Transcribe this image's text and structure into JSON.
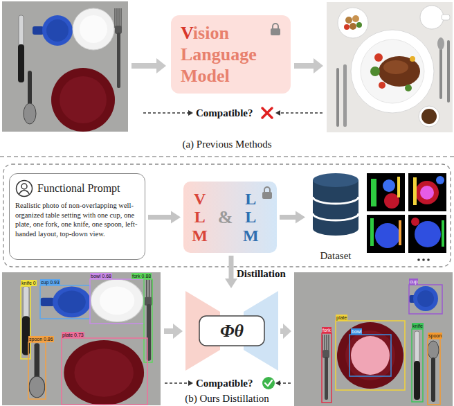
{
  "diagram": {
    "nodes": [
      {
        "text": [
          "Vision Language Model"
        ]
      },
      {
        "text": [
          "Functional Prompt",
          "Realistic photo of non-overlapping well-organized table setting with one cup, one plate, one fork, one knife, one spoon, left-handed layout, top-down view."
        ]
      },
      {
        "text": [
          "VLM",
          "&",
          "LLM"
        ]
      },
      {
        "text": [
          "Dataset"
        ]
      },
      {
        "text": [
          "Φθ"
        ]
      }
    ],
    "edges": [
      {
        "from": 1,
        "to": 2,
        "arrow": "to"
      },
      {
        "from": 2,
        "to": 3,
        "arrow": "to"
      },
      {
        "from": 2,
        "to": 4,
        "label": "Distillation",
        "arrow": "to"
      }
    ],
    "labels": [
      "Compatible?",
      "(a) Previous Methods",
      "knife 0",
      "cup 0.93",
      "bowl 0.68",
      "fork 0.88",
      "spoon 0.86",
      "plate 0.73",
      "fork",
      "plate",
      "bowl",
      "cup",
      "knife",
      "spoon",
      "Compatible?",
      "(b) Ours Distillation"
    ]
  }
}
